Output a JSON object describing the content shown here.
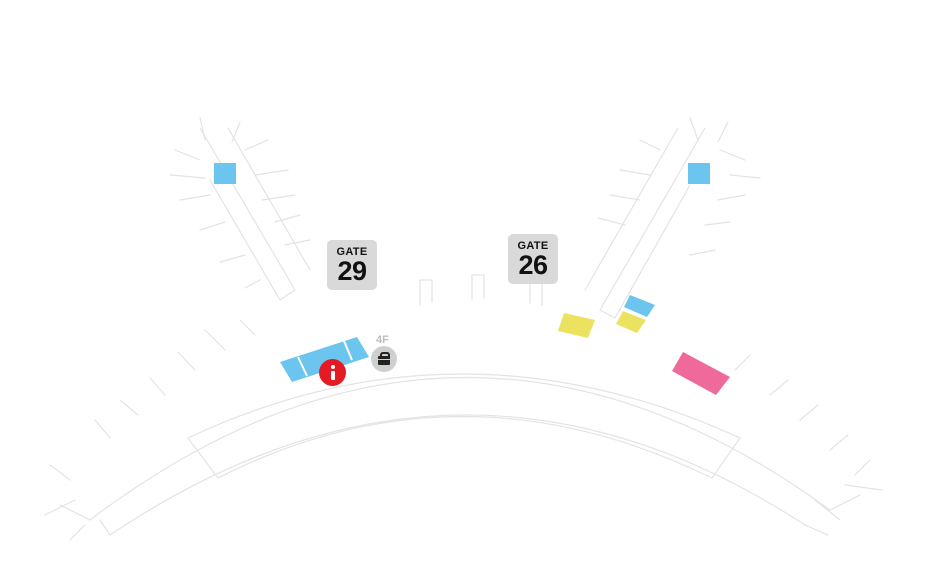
{
  "map": {
    "gates": [
      {
        "word": "GATE",
        "number": "29"
      },
      {
        "word": "GATE",
        "number": "26"
      }
    ],
    "floor_label": "4F",
    "icons": {
      "info": "information-icon",
      "locker": "locker-bag-icon"
    },
    "colors": {
      "blue_area": "#6cc5ee",
      "yellow_area": "#ebe360",
      "pink_area": "#ef6a9b",
      "info_marker": "#e41b23",
      "gate_sign": "#d9d9d9",
      "outline": "#e3e3e3"
    }
  }
}
